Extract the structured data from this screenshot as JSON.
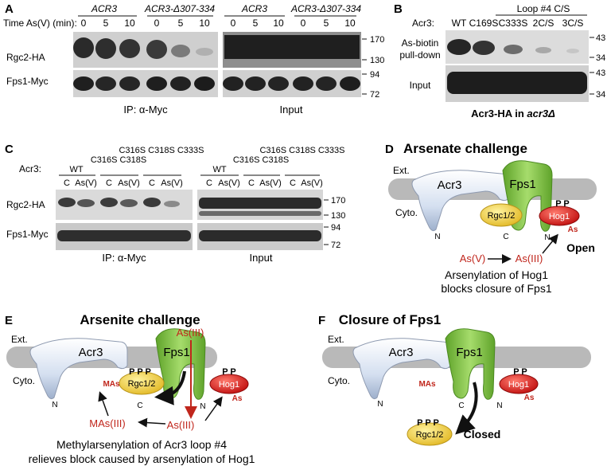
{
  "panels": {
    "a": {
      "letter": "A",
      "time_label": "Time As(V) (min):",
      "groups": [
        "ACR3",
        "ACR3-Δ307-334",
        "ACR3",
        "ACR3-Δ307-334"
      ],
      "times": [
        "0",
        "5",
        "10",
        "0",
        "5",
        "10",
        "0",
        "5",
        "10",
        "0",
        "5",
        "10"
      ],
      "rows": [
        "Rgc2-HA",
        "Fps1-Myc"
      ],
      "mw_top": [
        "170",
        "130"
      ],
      "mw_bottom": [
        "94",
        "72"
      ],
      "ip_label": "IP: α-Myc",
      "input_label": "Input"
    },
    "b": {
      "letter": "B",
      "loop_label": "Loop #4 C/S",
      "lead": "Acr3:",
      "lanes": [
        "WT",
        "C169S",
        "C333S",
        "2C/S",
        "3C/S"
      ],
      "row1_line1": "As-biotin",
      "row1_line2": "pull-down",
      "row2": "Input",
      "mw_top": [
        "43",
        "34"
      ],
      "mw_bottom": [
        "43",
        "34"
      ],
      "caption_prefix": "Acr3-HA in ",
      "caption_strain": "acr3Δ"
    },
    "c": {
      "letter": "C",
      "lead": "Acr3:",
      "strains_left": [
        "WT",
        "C316S C318S",
        "C316S C318S C333S"
      ],
      "strains_right": [
        "WT",
        "C316S C318S",
        "C316S C318S C333S"
      ],
      "conditions": [
        "C",
        "As(V)",
        "C",
        "As(V)",
        "C",
        "As(V)",
        "C",
        "As(V)",
        "C",
        "As(V)",
        "C",
        "As(V)"
      ],
      "rows": [
        "Rgc2-HA",
        "Fps1-Myc"
      ],
      "mw_top": [
        "170",
        "130"
      ],
      "mw_bottom": [
        "94",
        "72"
      ],
      "ip_label": "IP: α-Myc",
      "input_label": "Input"
    },
    "d": {
      "letter": "D",
      "title": "Arsenate challenge",
      "ext": "Ext.",
      "cyto": "Cyto.",
      "acr3": "Acr3",
      "fps1": "Fps1",
      "rgc": "Rgc1/2",
      "hog1": "Hog1",
      "pp": "P P",
      "as": "As",
      "n1": "N",
      "c": "C",
      "n2": "N",
      "asv": "As(V)",
      "asiii": "As(III)",
      "open": "Open",
      "caption_1": "Arsenylation of Hog1",
      "caption_2": "blocks closure of Fps1"
    },
    "e": {
      "letter": "E",
      "title": "Arsenite challenge",
      "ext": "Ext.",
      "cyto": "Cyto.",
      "acr3": "Acr3",
      "fps1": "Fps1",
      "rgc": "Rgc1/2",
      "hog1": "Hog1",
      "ppp": "P P P",
      "pp": "P P",
      "mas": "MAs",
      "as": "As",
      "asiii_top": "As(III)",
      "asiii_bottom": "As(III)",
      "masiii": "MAs(III)",
      "n1": "N",
      "c": "C",
      "n2": "N",
      "caption_1": "Methylarsenylation of Acr3 loop #4",
      "caption_2": "relieves block caused by arsenylation of Hog1"
    },
    "f": {
      "letter": "F",
      "title": "Closure of Fps1",
      "ext": "Ext.",
      "cyto": "Cyto.",
      "acr3": "Acr3",
      "fps1": "Fps1",
      "rgc": "Rgc1/2",
      "hog1": "Hog1",
      "ppp": "P P P",
      "pp": "P P",
      "mas": "MAs",
      "as": "As",
      "n1": "N",
      "c": "C",
      "n2": "N",
      "closed": "Closed"
    }
  },
  "colors": {
    "arsenic_red": "#c0261c",
    "fps1_green": "#7ec242",
    "hog1_red": "#d81c1c",
    "rgc_yellow": "#f1d33c",
    "acr3_blue": "#cdd9ea",
    "membrane_gray": "#b9b9b9"
  }
}
